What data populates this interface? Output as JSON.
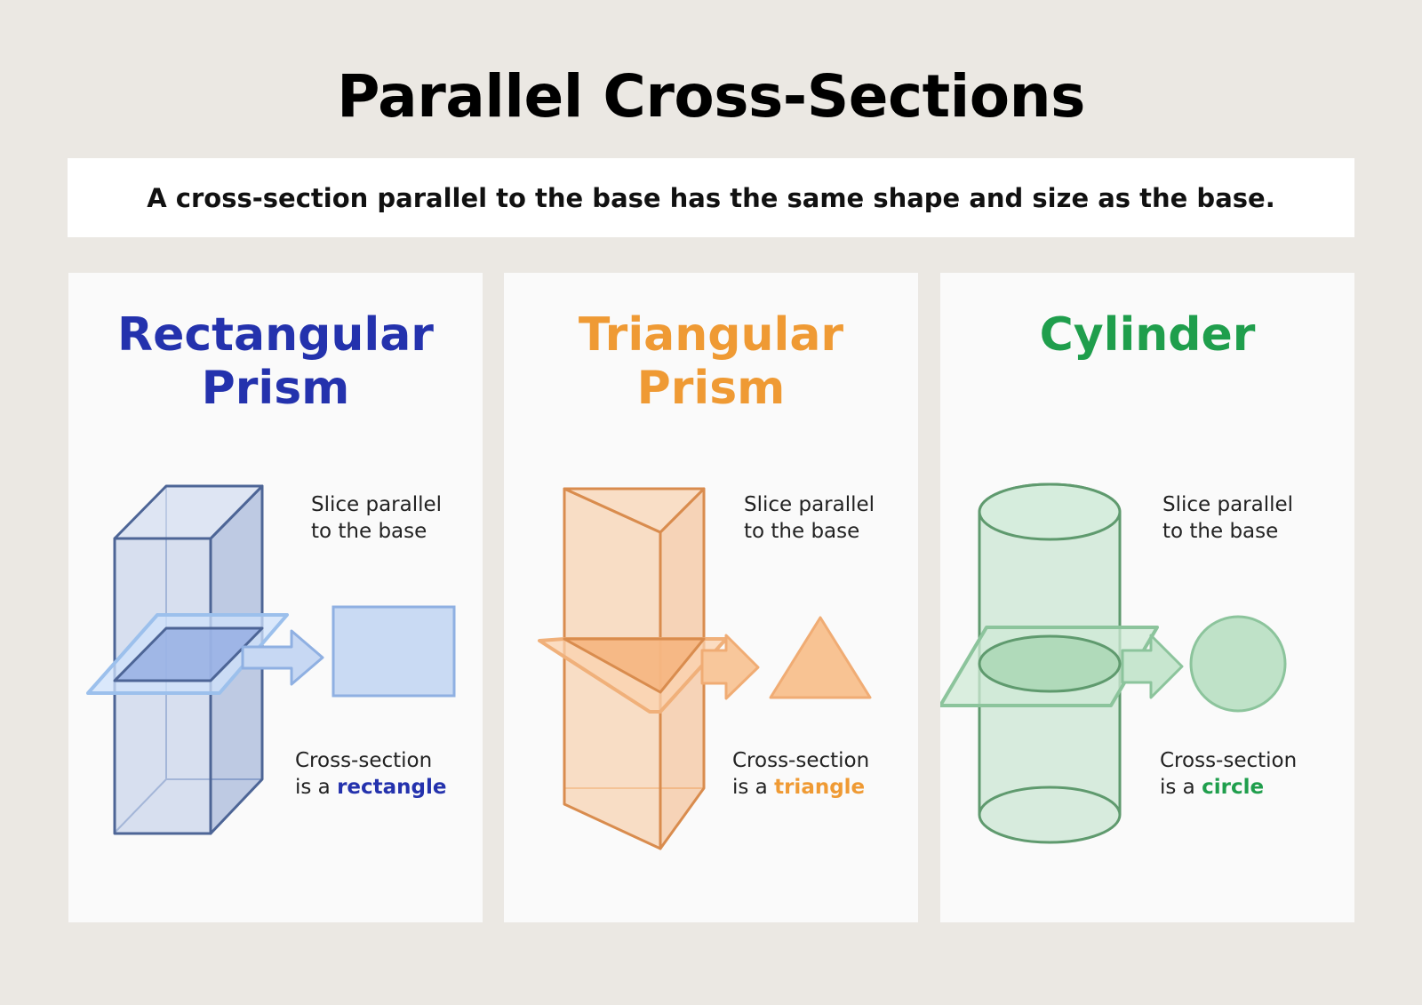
{
  "title": "Parallel Cross-Sections",
  "subtitle": "A cross-section parallel to the base has the same shape and size as the base.",
  "colors": {
    "background": "#ebe8e3",
    "rectangular": "#2432ad",
    "triangular": "#ef9a34",
    "cylinder": "#1f9e4c"
  },
  "panels": [
    {
      "title_line1": "Rectangular",
      "title_line2": "Prism",
      "slice_line1": "Slice parallel",
      "slice_line2": "to the base",
      "cs_line1": "Cross-section",
      "cs_prefix": "is a",
      "cs_shape": "rectangle"
    },
    {
      "title_line1": "Triangular",
      "title_line2": "Prism",
      "slice_line1": "Slice parallel",
      "slice_line2": "to the base",
      "cs_line1": "Cross-section",
      "cs_prefix": "is a",
      "cs_shape": "triangle"
    },
    {
      "title_line1": "Cylinder",
      "title_line2": "",
      "slice_line1": "Slice parallel",
      "slice_line2": "to the base",
      "cs_line1": "Cross-section",
      "cs_prefix": "is a",
      "cs_shape": "circle"
    }
  ]
}
